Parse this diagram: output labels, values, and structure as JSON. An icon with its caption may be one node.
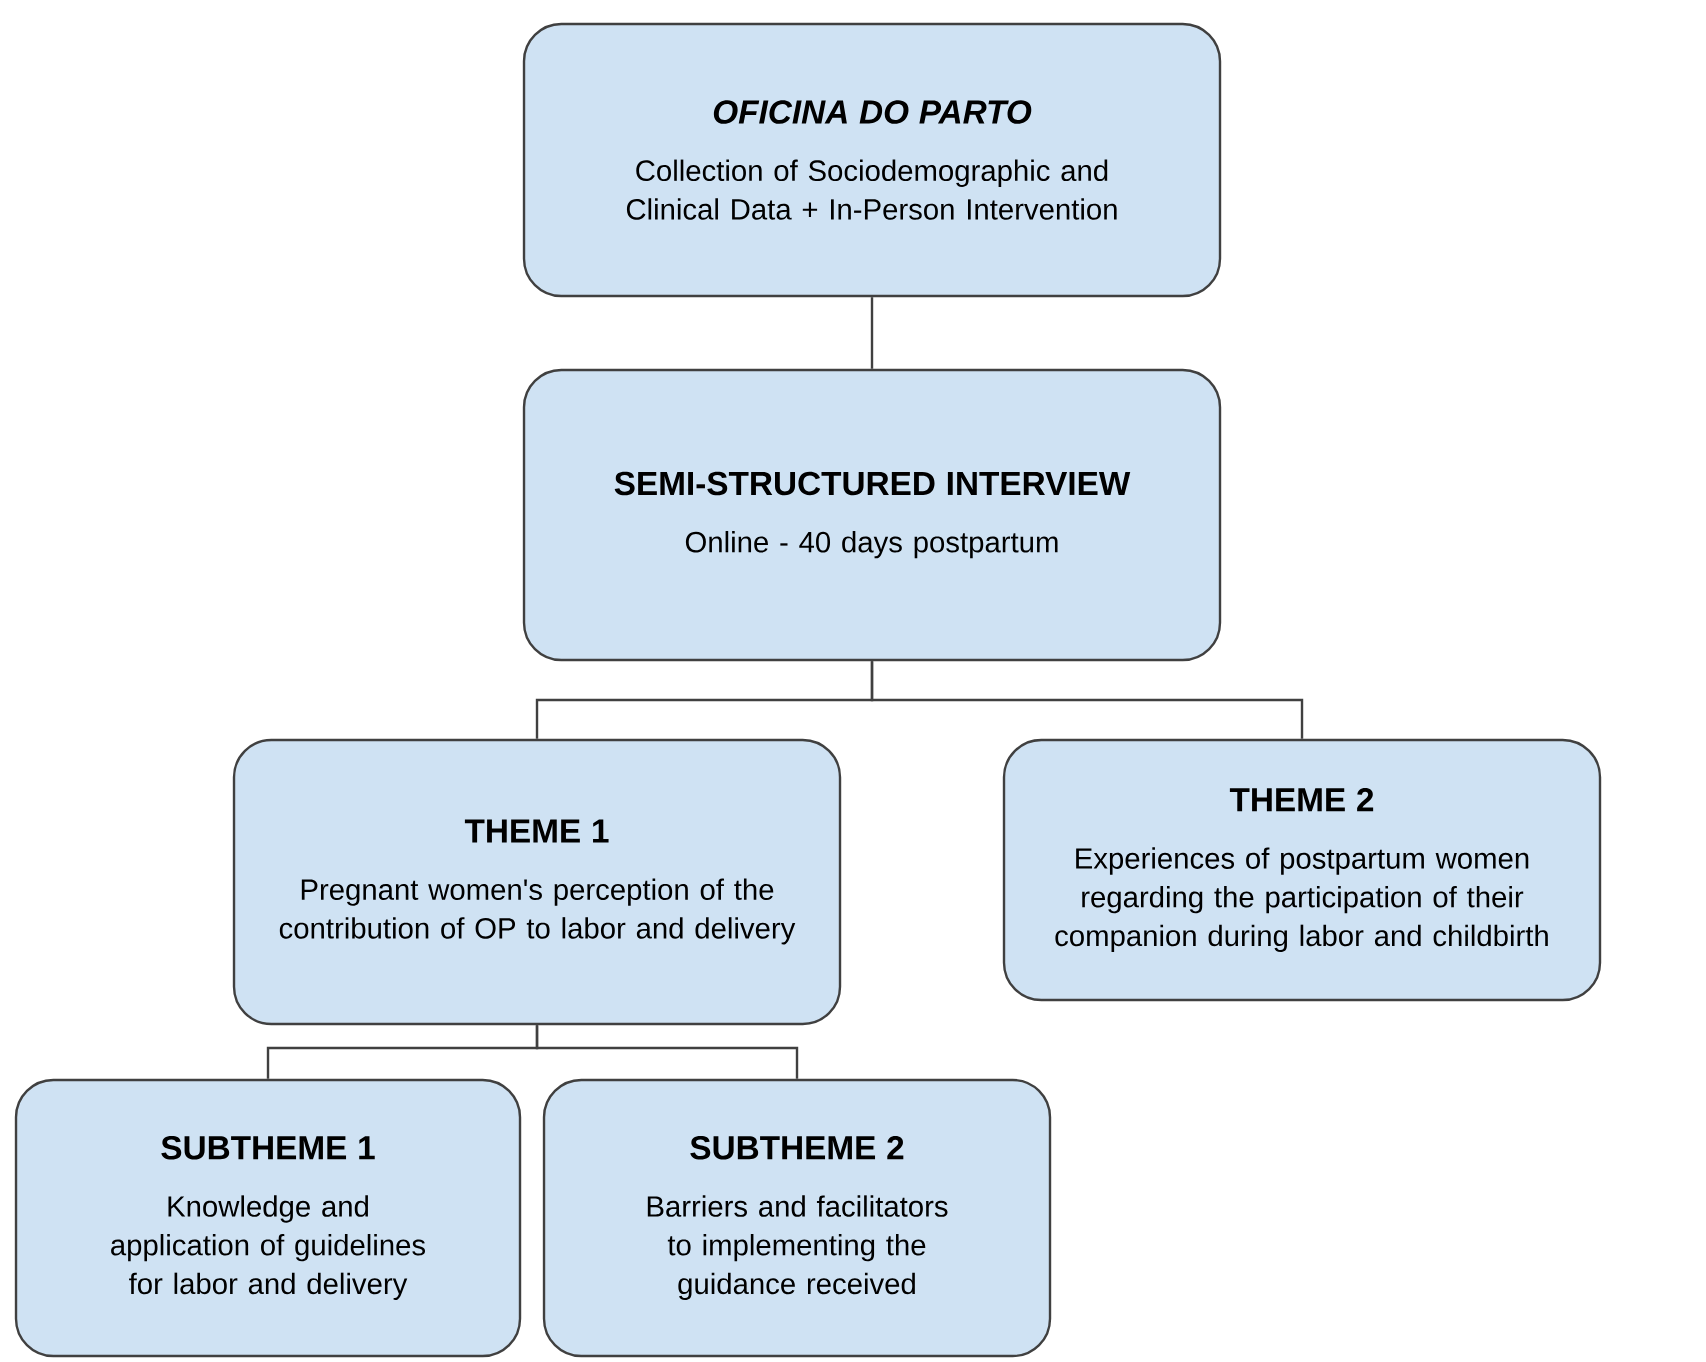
{
  "diagram": {
    "nodes": [
      {
        "text": [
          "OFICINA DO PARTO",
          "Collection of Sociodemographic and Clinical Data + In-Person Intervention"
        ]
      },
      {
        "text": [
          "SEMI-STRUCTURED INTERVIEW",
          "Online - 40 days postpartum"
        ]
      },
      {
        "text": [
          "THEME 1",
          "Pregnant women's perception of the contribution of OP to labor and delivery"
        ]
      },
      {
        "text": [
          "THEME 2",
          "Experiences of postpartum women regarding the participation of their companion during labor and childbirth"
        ]
      },
      {
        "text": [
          "SUBTHEME 1",
          "Knowledge and application of guidelines for labor and delivery"
        ]
      },
      {
        "text": [
          "SUBTHEME 2",
          "Barriers and facilitators to implementing the guidance received"
        ]
      }
    ],
    "edges": [
      {
        "from": 0,
        "to": 1,
        "arrow": "none"
      },
      {
        "from": 1,
        "to": 2,
        "arrow": "none"
      },
      {
        "from": 1,
        "to": 3,
        "arrow": "none"
      },
      {
        "from": 2,
        "to": 4,
        "arrow": "none"
      },
      {
        "from": 2,
        "to": 5,
        "arrow": "none"
      }
    ]
  }
}
